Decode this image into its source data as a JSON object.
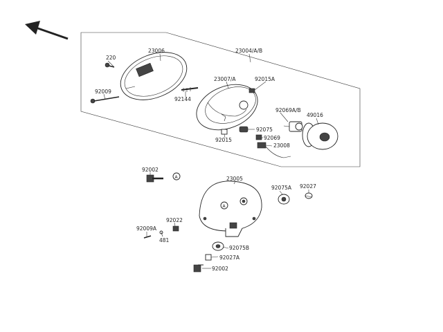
{
  "labels": {
    "p220": "220",
    "p23006": "23006",
    "p23004": "23004/A/B",
    "p92009": "92009",
    "p92144": "92144",
    "p23007": "23007/A",
    "p92015A": "92015A",
    "p92069AB": "92069A/B",
    "p49016": "49016",
    "p92075": "92075",
    "p92069": "92069",
    "p92015": "92015",
    "p23008": "23008",
    "p92002a": "92002",
    "p23005": "23005",
    "p92075A": "92075A",
    "p92027": "92027",
    "p92022": "92022",
    "p92009A": "92009A",
    "p481": "481",
    "p92075B": "92075B",
    "p92027A": "92027A",
    "p92002b": "92002",
    "refA1": "A",
    "refA2": "A"
  }
}
